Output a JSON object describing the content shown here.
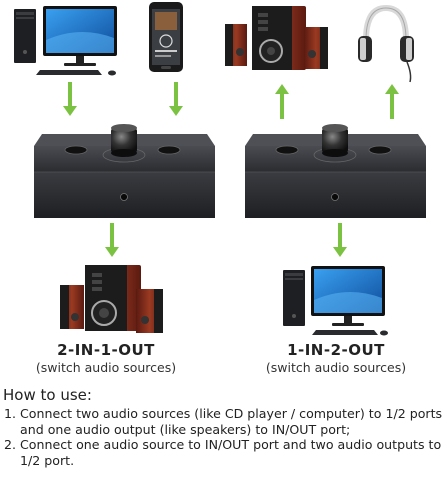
{
  "diagram": {
    "left_panel": {
      "mode_title": "2-IN-1-OUT",
      "mode_subtitle": "(switch audio sources)"
    },
    "right_panel": {
      "mode_title": "1-IN-2-OUT",
      "mode_subtitle": "(switch audio sources)"
    },
    "colors": {
      "arrow": "#7cc242",
      "device_body": "#2b2d31",
      "speaker_wood": "#8a2d1c",
      "monitor_screen": "#1c6fc4"
    }
  },
  "instructions": {
    "title": "How to use:",
    "steps": [
      "Connect two audio sources (like CD player / computer) to 1/2 ports and one audio output (like speakers) to IN/OUT port;",
      "Connect one audio source to IN/OUT port and two audio outputs to 1/2 port."
    ]
  }
}
